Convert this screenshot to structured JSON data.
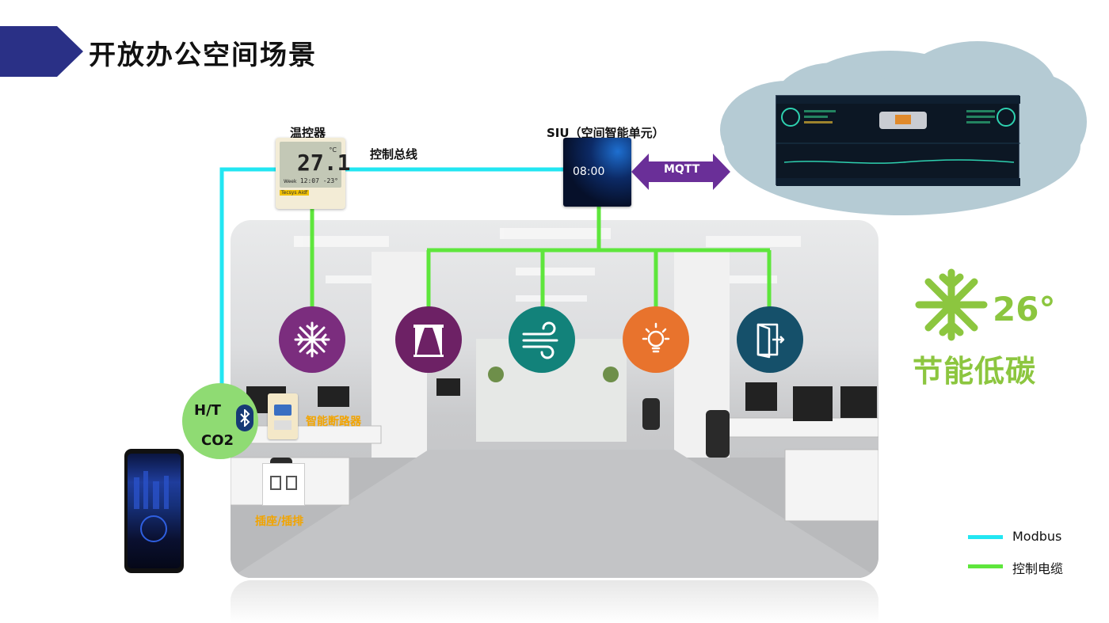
{
  "title": "开放办公空间场景",
  "labels": {
    "thermostat": "温控器",
    "control_bus": "控制总线",
    "siu": "SIU（空间智能单元）",
    "mqtt": "MQTT",
    "ht": "H/T",
    "co2": "CO2",
    "smart_breaker": "智能断路器",
    "socket": "插座/插排"
  },
  "thermostat_display": {
    "temperature": "27.1",
    "unit": "°C",
    "week": "Week",
    "clock": "12:07",
    "secondary": "-23°",
    "brand": "Tecsys Aidf"
  },
  "siu_display": {
    "time": "08:00"
  },
  "energy_logo": {
    "temperature": "26°",
    "slogan": "节能低碳"
  },
  "legend": [
    {
      "label": "Modbus",
      "color": "#22e6f2"
    },
    {
      "label": "控制电缆",
      "color": "#5ee63c"
    }
  ],
  "colors": {
    "modbus": "#22e6f2",
    "control_cable": "#5ee63c",
    "ac": "#7b2d7e",
    "curtain": "#6d2165",
    "ventilation": "#12827a",
    "lighting": "#e8732d",
    "door": "#15506a",
    "mqtt_arrow": "#6a2f98",
    "title_banner": "#2a3086",
    "cloud": "#b5cbd4",
    "energy": "#8cc63f"
  },
  "devices": [
    {
      "name": "ac-unit",
      "icon": "snowflake-icon"
    },
    {
      "name": "curtain",
      "icon": "curtain-icon"
    },
    {
      "name": "ventilation",
      "icon": "wind-icon"
    },
    {
      "name": "lighting",
      "icon": "lightbulb-icon"
    },
    {
      "name": "door-access",
      "icon": "door-icon"
    }
  ]
}
